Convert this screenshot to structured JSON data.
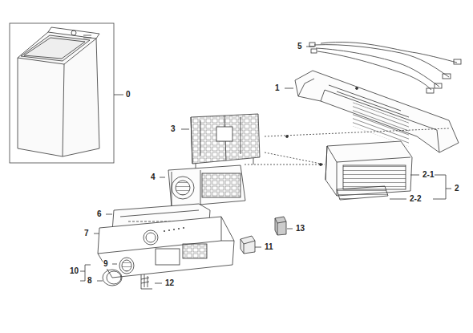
{
  "diagram": {
    "labels": [
      "0",
      "5",
      "1",
      "3",
      "2-1",
      "2",
      "2-2",
      "4",
      "6",
      "7",
      "13",
      "11",
      "9",
      "10",
      "8",
      "12"
    ]
  }
}
